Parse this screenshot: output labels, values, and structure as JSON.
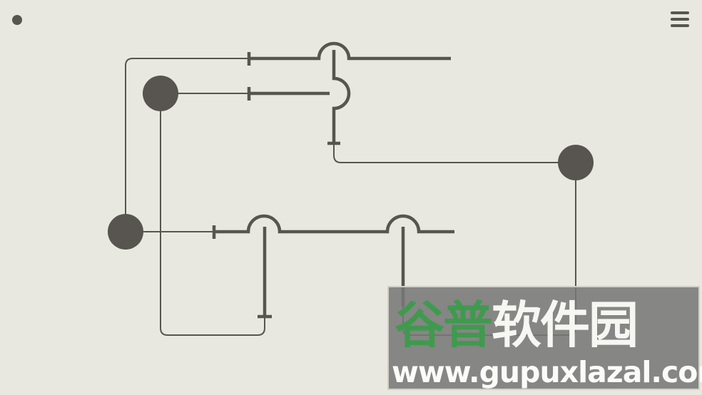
{
  "game": {
    "colors": {
      "background": "#e8e8e0",
      "wire": "#58544f"
    }
  },
  "hud": {
    "status_dot_icon": "dot-icon",
    "menu_icon": "hamburger-menu-icon"
  },
  "watermark": {
    "title_green": "谷普",
    "title_white": "软件园",
    "url": "www.gupuxlazal.com"
  }
}
